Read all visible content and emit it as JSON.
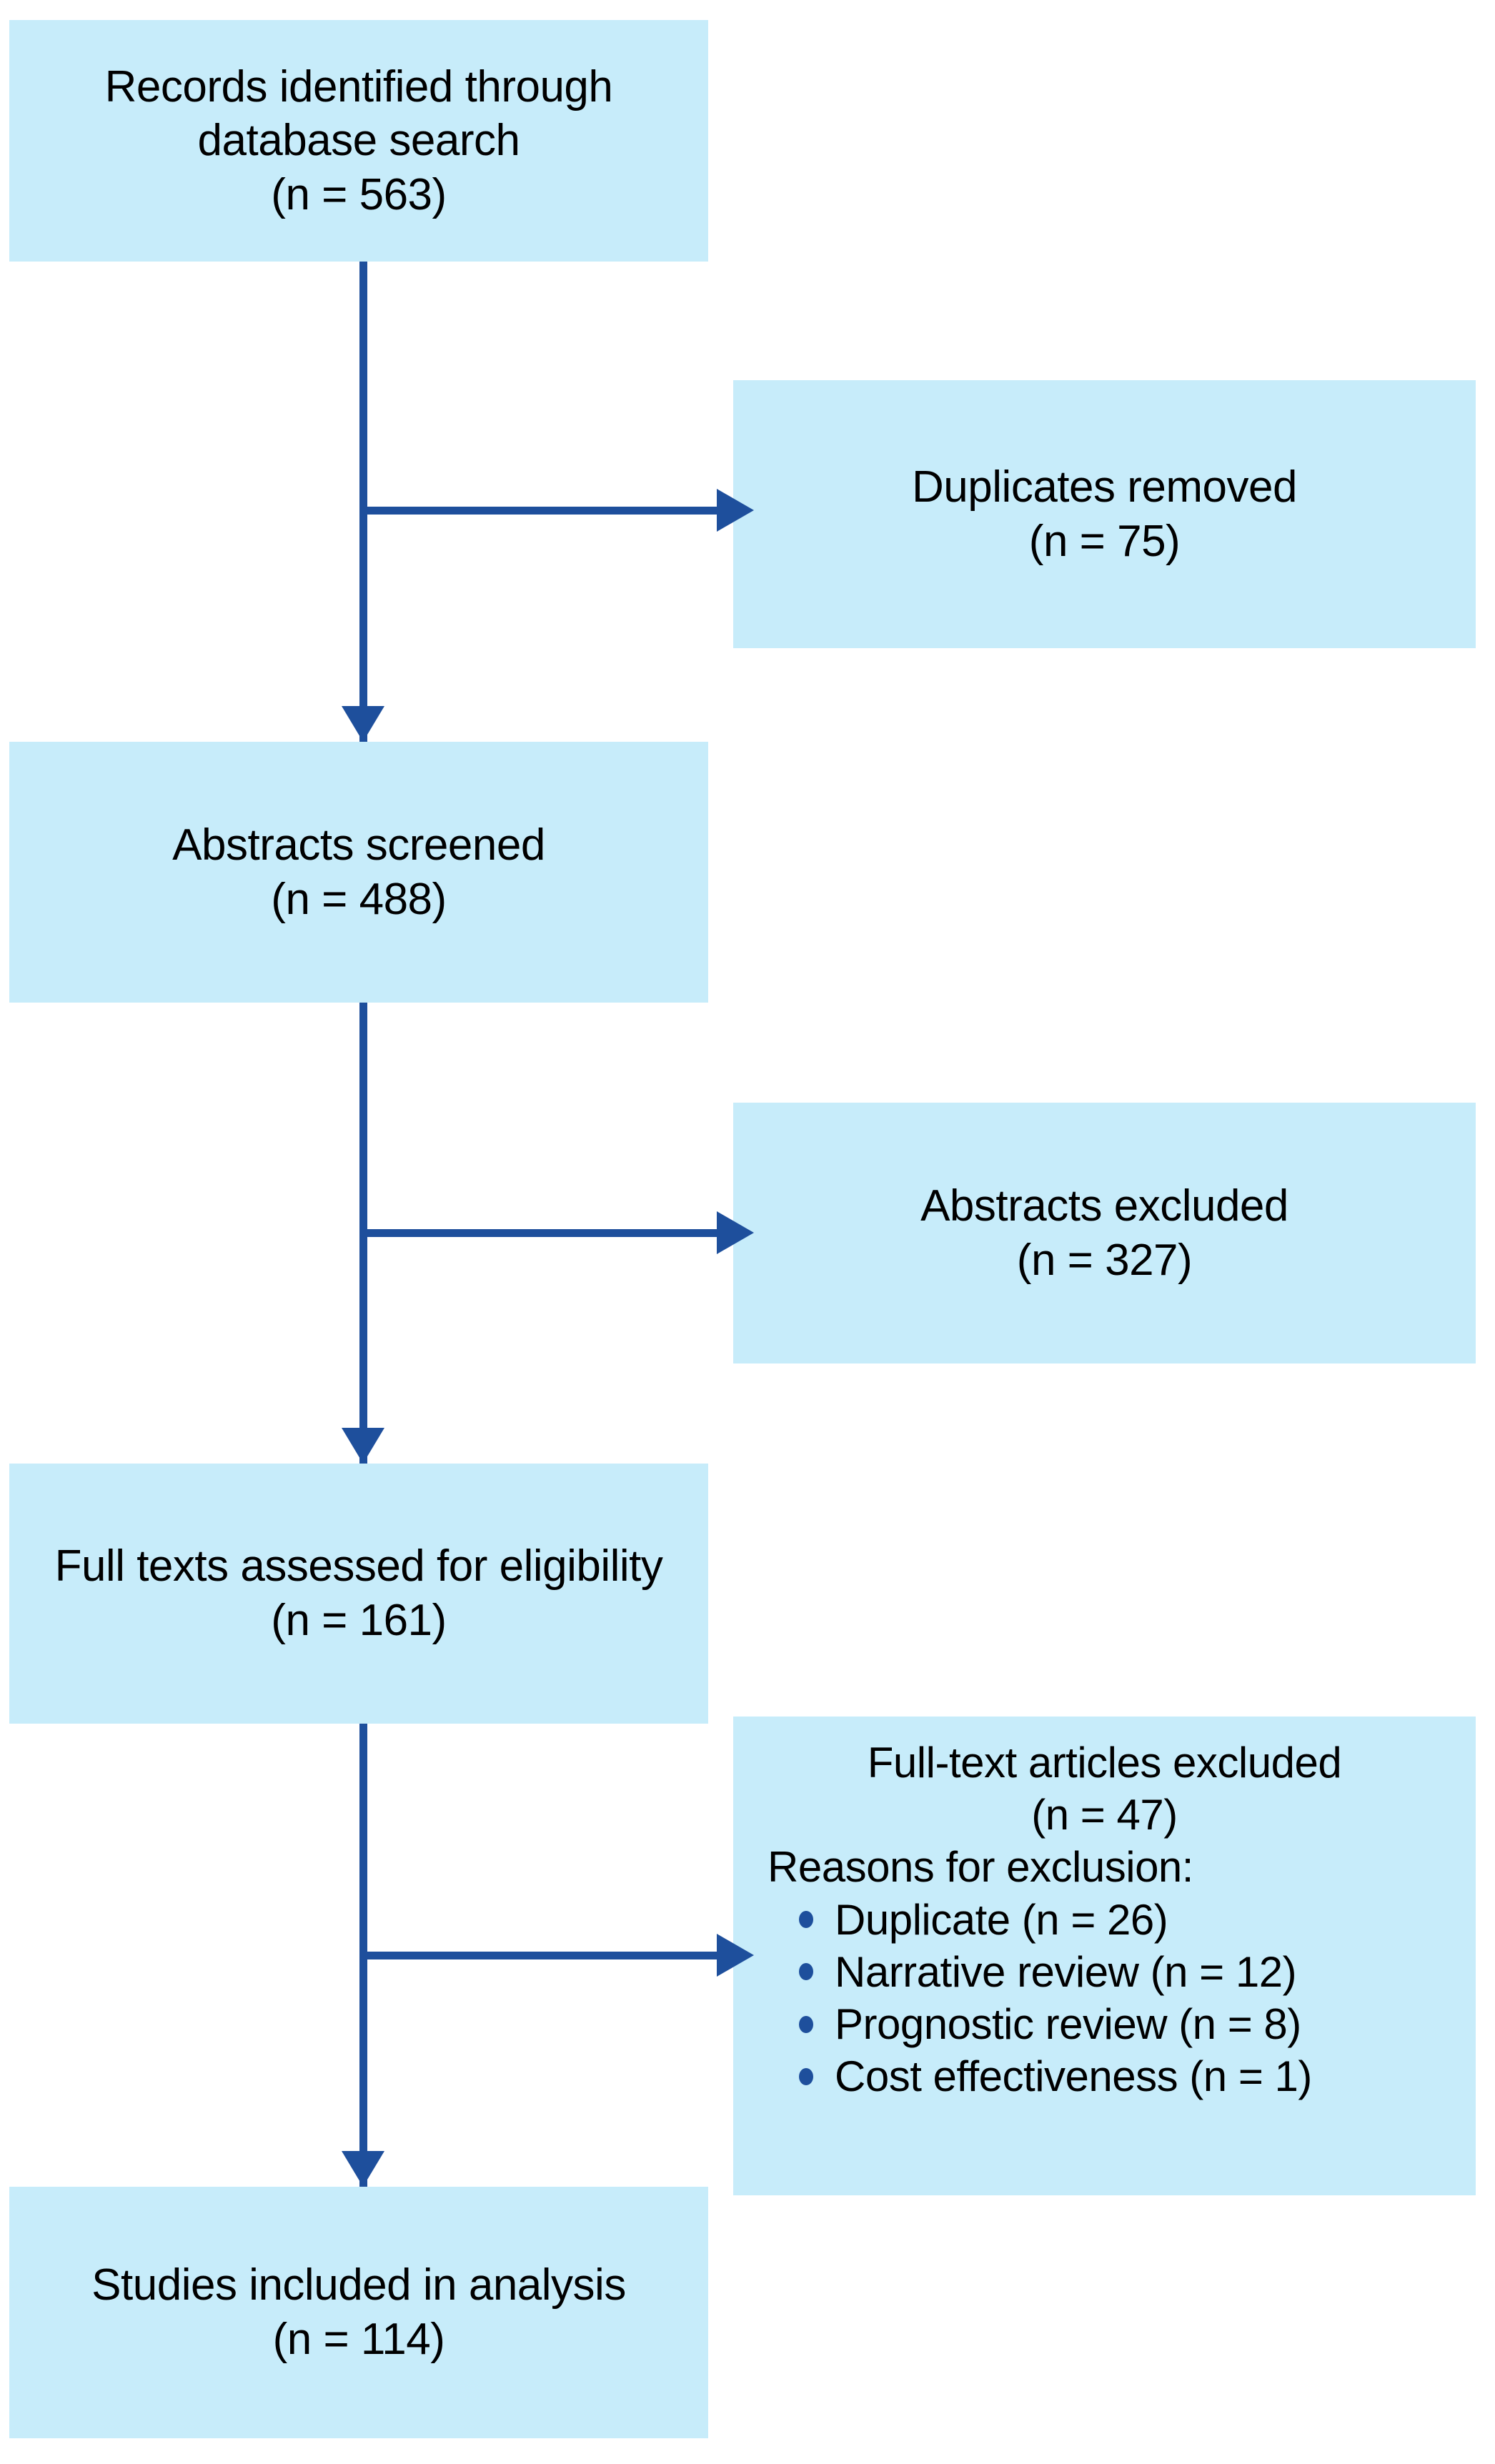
{
  "diagram": {
    "type": "prisma-flow-diagram",
    "colors": {
      "box_fill": "#c7ecfa",
      "connector": "#1e4f9c",
      "text": "#000000",
      "background": "#ffffff"
    },
    "nodes": {
      "identified": {
        "line1": "Records identified through",
        "line2": "database search",
        "count_label": "(n = 563)",
        "n": 563
      },
      "duplicates_removed": {
        "line1": "Duplicates removed",
        "count_label": "(n = 75)",
        "n": 75
      },
      "abstracts_screened": {
        "line1": "Abstracts screened",
        "count_label": "(n = 488)",
        "n": 488
      },
      "abstracts_excluded": {
        "line1": "Abstracts excluded",
        "count_label": "(n = 327)",
        "n": 327
      },
      "fulltexts_assessed": {
        "line1": "Full texts assessed for eligibility",
        "count_label": "(n = 161)",
        "n": 161
      },
      "fulltext_excluded": {
        "line1": "Full-text articles excluded",
        "count_label": "(n = 47)",
        "n": 47,
        "reasons_heading": "Reasons for exclusion:",
        "reasons": [
          {
            "label": "Duplicate (n = 26)",
            "name": "Duplicate",
            "n": 26
          },
          {
            "label": "Narrative review (n = 12)",
            "name": "Narrative review",
            "n": 12
          },
          {
            "label": "Prognostic review (n = 8)",
            "name": "Prognostic review",
            "n": 8
          },
          {
            "label": "Cost effectiveness (n = 1)",
            "name": "Cost effectiveness",
            "n": 1
          }
        ]
      },
      "studies_included": {
        "line1": "Studies included in analysis",
        "count_label": "(n = 114)",
        "n": 114
      }
    },
    "flow": [
      {
        "from": "identified",
        "to": "abstracts_screened",
        "direction": "down"
      },
      {
        "from": "identified",
        "to": "duplicates_removed",
        "direction": "right"
      },
      {
        "from": "abstracts_screened",
        "to": "fulltexts_assessed",
        "direction": "down"
      },
      {
        "from": "abstracts_screened",
        "to": "abstracts_excluded",
        "direction": "right"
      },
      {
        "from": "fulltexts_assessed",
        "to": "studies_included",
        "direction": "down"
      },
      {
        "from": "fulltexts_assessed",
        "to": "fulltext_excluded",
        "direction": "right"
      }
    ]
  }
}
